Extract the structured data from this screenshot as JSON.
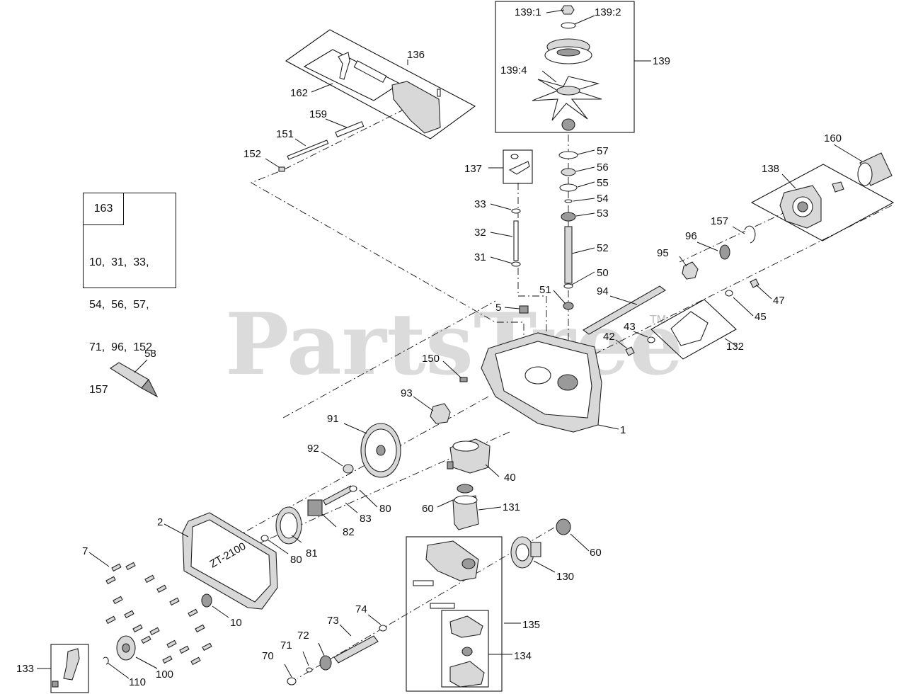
{
  "watermark": {
    "text": "PartsTree",
    "trademark": "TM"
  },
  "kit": {
    "number": "163",
    "contents_lines": [
      "10,  31,  33,",
      "54,  56,  57,",
      "71,  96,  152",
      "157"
    ]
  },
  "engraving": "ZT-2100",
  "callouts": {
    "c1": "1",
    "c2": "2",
    "c5": "5",
    "c7": "7",
    "c10": "10",
    "c31": "31",
    "c32": "32",
    "c33": "33",
    "c40": "40",
    "c42": "42",
    "c43": "43",
    "c45": "45",
    "c47": "47",
    "c50": "50",
    "c51": "51",
    "c52": "52",
    "c53": "53",
    "c54": "54",
    "c55": "55",
    "c56": "56",
    "c57": "57",
    "c58": "58",
    "c60a": "60",
    "c60b": "60",
    "c70": "70",
    "c71": "71",
    "c72": "72",
    "c73": "73",
    "c74": "74",
    "c80a": "80",
    "c80b": "80",
    "c81": "81",
    "c82": "82",
    "c83": "83",
    "c91": "91",
    "c92": "92",
    "c93": "93",
    "c94": "94",
    "c95": "95",
    "c96": "96",
    "c100": "100",
    "c110": "110",
    "c130": "130",
    "c131": "131",
    "c132": "132",
    "c133": "133",
    "c134": "134",
    "c135": "135",
    "c136": "136",
    "c137": "137",
    "c138": "138",
    "c139": "139",
    "c139_1": "139:1",
    "c139_2": "139:2",
    "c139_4": "139:4",
    "c150": "150",
    "c151": "151",
    "c152": "152",
    "c157": "157",
    "c159": "159",
    "c160": "160",
    "c162": "162"
  }
}
